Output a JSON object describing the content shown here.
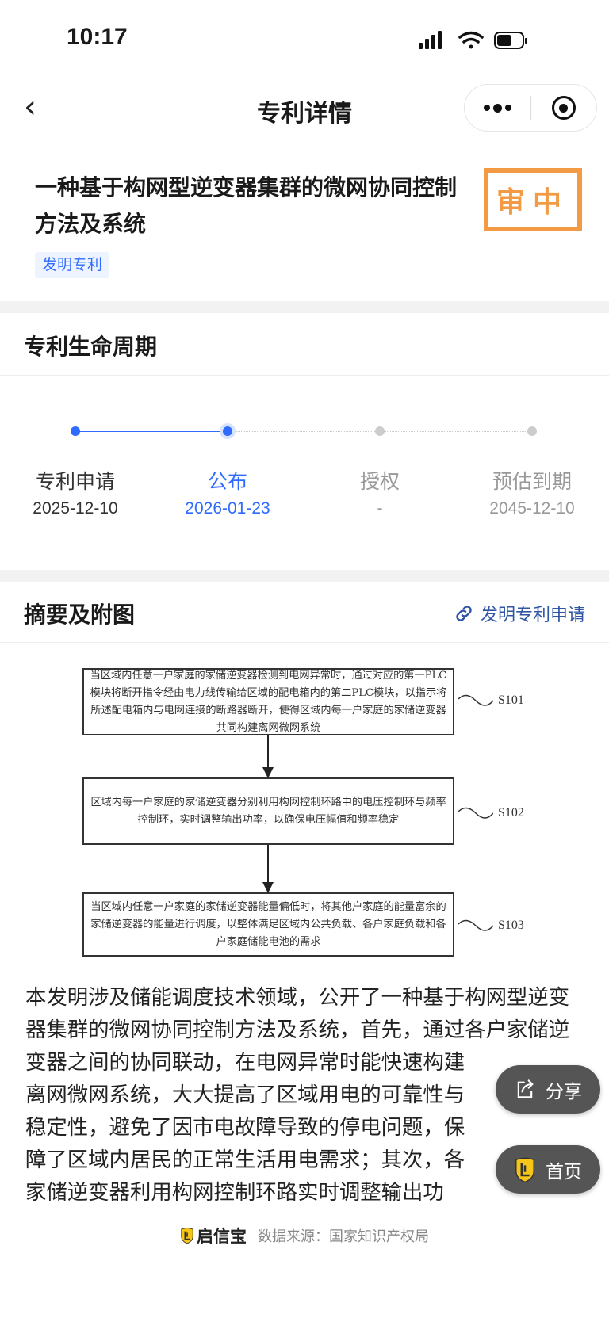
{
  "status_bar": {
    "time": "10:17"
  },
  "nav": {
    "title": "专利详情"
  },
  "patent": {
    "title": "一种基于构网型逆变器集群的微网协同控制方法及系统",
    "type_tag": "发明专利",
    "status_stamp": "审中"
  },
  "lifecycle": {
    "section_title": "专利生命周期",
    "steps": [
      {
        "label": "专利申请",
        "date": "2025-12-10",
        "state": "done"
      },
      {
        "label": "公布",
        "date": "2026-01-23",
        "state": "current"
      },
      {
        "label": "授权",
        "date": "-",
        "state": "pending"
      },
      {
        "label": "预估到期",
        "date": "2045-12-10",
        "state": "pending"
      }
    ]
  },
  "abstract_section": {
    "title": "摘要及附图",
    "link": "发明专利申请",
    "figure": {
      "steps": [
        {
          "id": "S101",
          "text": "当区域内任意一户家庭的家储逆变器检测到电网异常时，通过对应的第一PLC模块将断开指令经由电力线传输给区域的配电箱内的第二PLC模块，以指示将所述配电箱内与电网连接的断路器断开，使得区域内每一户家庭的家储逆变器共同构建离网微网系统"
        },
        {
          "id": "S102",
          "text": "区域内每一户家庭的家储逆变器分别利用构网控制环路中的电压控制环与频率控制环，实时调整输出功率，以确保电压幅值和频率稳定"
        },
        {
          "id": "S103",
          "text": "当区域内任意一户家庭的家储逆变器能量偏低时，将其他户家庭的能量富余的家储逆变器的能量进行调度，以整体满足区域内公共负载、各户家庭负载和各户家庭储能电池的需求"
        }
      ]
    },
    "text": "本发明涉及储能调度技术领域，公开了一种基于构网型逆变器集群的微网协同控制方法及系统，首先，通过各户家储逆变器之间的协同联动，在电网异常时能快速构建离网微网系统，大大提高了区域用电的可靠性与稳定性，避免了因市电故障导致的停电问题，保障了区域内居民的正常生活用电需求；其次，各家储逆变器利用构网控制环路实时调整输出功率，确保了电压幅值和频率的稳定，提升了电能质量。此外，还能实现区域内各户家储逆变器能"
  },
  "floating": {
    "share": "分享",
    "home": "首页"
  },
  "footer": {
    "brand": "启信宝",
    "source": "数据来源：国家知识产权局"
  },
  "colors": {
    "accent": "#2f6bff",
    "stamp": "#f39a45"
  }
}
